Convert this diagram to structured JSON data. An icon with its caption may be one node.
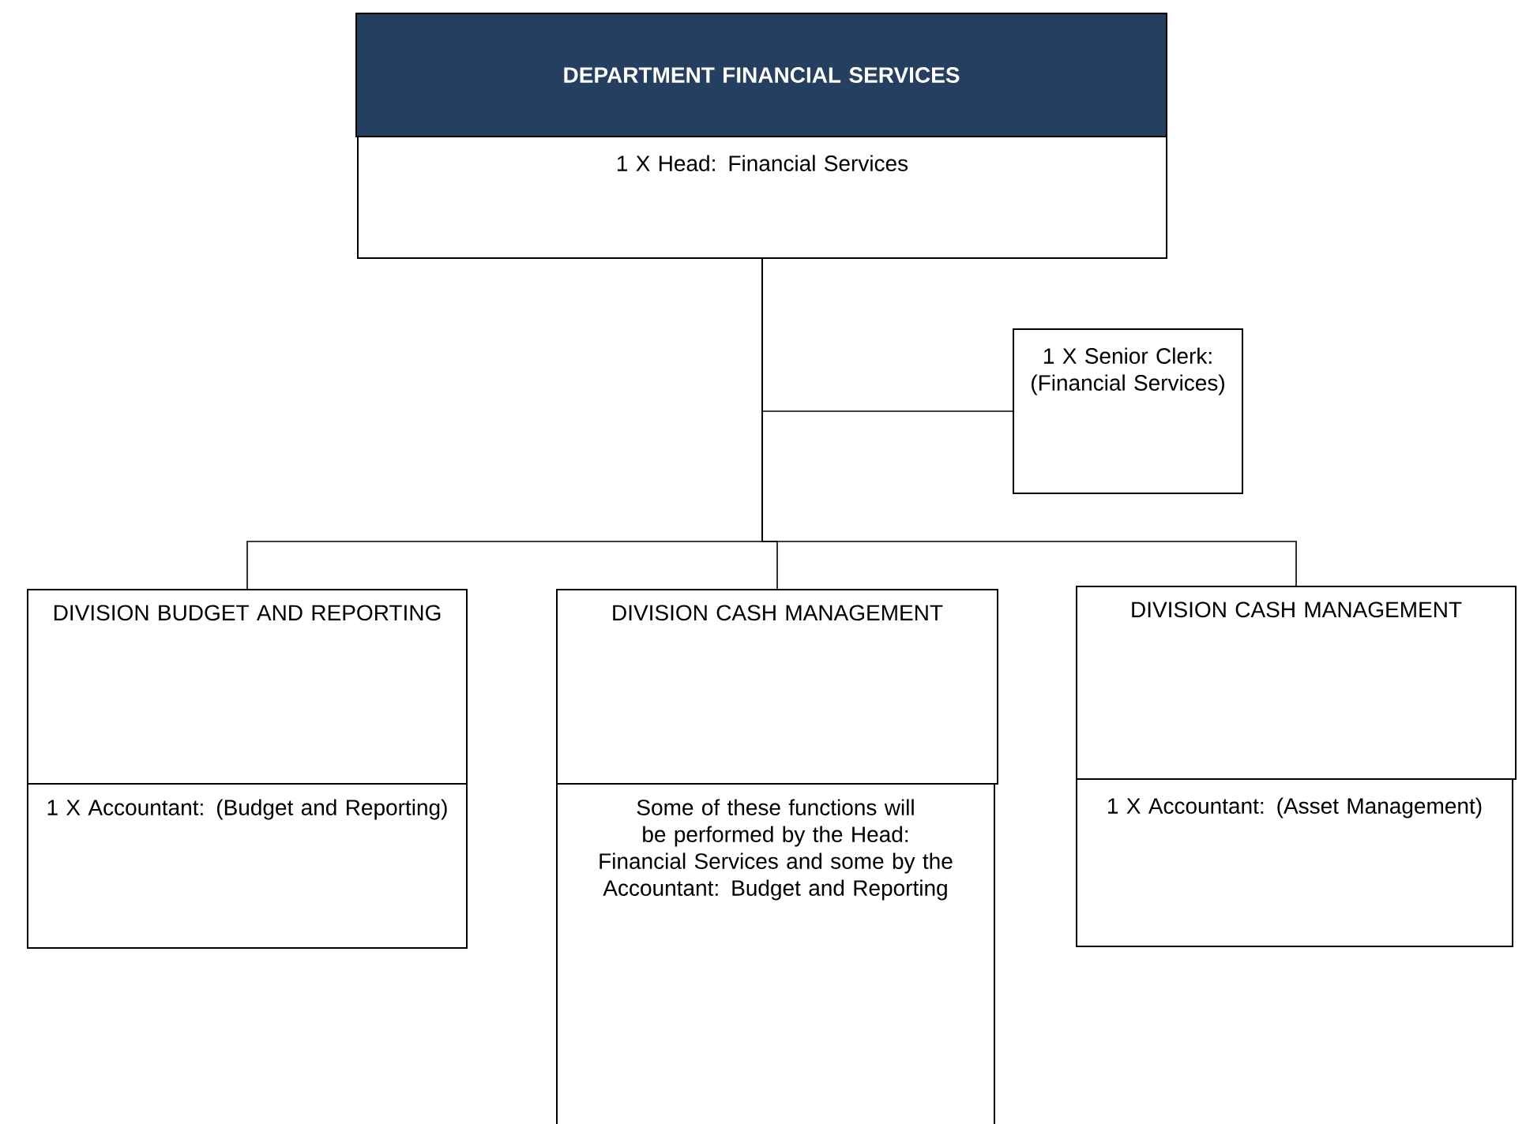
{
  "diagram": {
    "nodes": [
      {
        "text": [
          "DEPARTMENT FINANCIAL SERVICES"
        ]
      },
      {
        "text": [
          "1 X Head: Financial Services"
        ]
      },
      {
        "text": [
          "1 X Senior Clerk: (Financial Services)"
        ]
      },
      {
        "text": [
          "DIVISION BUDGET AND REPORTING"
        ]
      },
      {
        "text": [
          "1 X Accountant: (Budget and Reporting)"
        ]
      },
      {
        "text": [
          "DIVISION CASH MANAGEMENT"
        ]
      },
      {
        "text": [
          "Some of these functions will be performed by the Head: Financial Services and some by the Accountant: Budget and Reporting"
        ]
      },
      {
        "text": [
          "DIVISION CASH MANAGEMENT"
        ]
      },
      {
        "text": [
          "1 X Accountant: (Asset Management)"
        ]
      }
    ],
    "edges": [
      {
        "from": 1,
        "to": 2,
        "arrow": "none"
      },
      {
        "from": 1,
        "to": 3,
        "arrow": "none"
      },
      {
        "from": 1,
        "to": 5,
        "arrow": "none"
      },
      {
        "from": 1,
        "to": 7,
        "arrow": "none"
      }
    ]
  }
}
